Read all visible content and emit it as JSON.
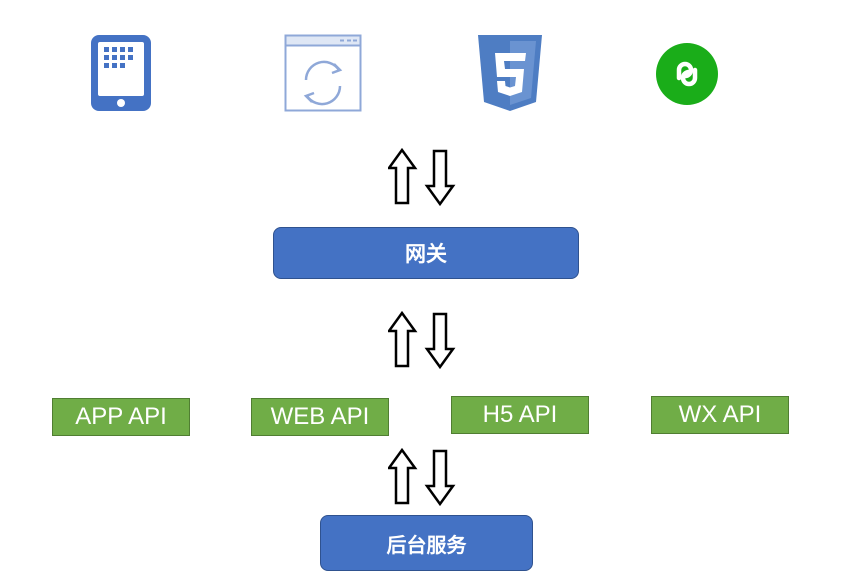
{
  "clients": [
    {
      "icon": "tablet-app-icon"
    },
    {
      "icon": "web-browser-refresh-icon"
    },
    {
      "icon": "html5-icon",
      "text": "5"
    },
    {
      "icon": "wechat-mini-program-icon"
    }
  ],
  "gateway": {
    "label": "网关"
  },
  "apis": [
    {
      "label": "APP API"
    },
    {
      "label": "WEB API"
    },
    {
      "label": "H5 API"
    },
    {
      "label": "WX API"
    }
  ],
  "backend": {
    "label": "后台服务"
  },
  "colors": {
    "box_blue": "#4472c4",
    "box_green": "#70ad47",
    "icon_blue": "#4472c4",
    "html5_blue": "#4e7dc3",
    "wechat_green": "#1aad19"
  }
}
